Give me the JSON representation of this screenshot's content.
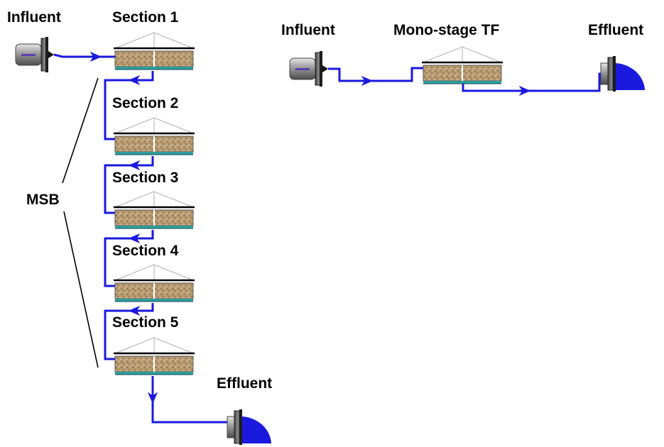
{
  "msb": {
    "influent_label": "Influent",
    "effluent_label": "Effluent",
    "group_label": "MSB",
    "sections": [
      {
        "label": "Section 1"
      },
      {
        "label": "Section 2"
      },
      {
        "label": "Section 3"
      },
      {
        "label": "Section 4"
      },
      {
        "label": "Section 5"
      }
    ]
  },
  "mono": {
    "influent_label": "Influent",
    "filter_label": "Mono-stage TF",
    "effluent_label": "Effluent"
  },
  "colors": {
    "flow": "#1a1adf",
    "media_fill": "#b89a70",
    "underdrain": "#2f9e9e",
    "pipe_metal": "#9a9a9a",
    "effluent_outlet": "#1a1adf"
  },
  "icons": {
    "influent": "pipe-inlet-icon",
    "filter": "trickling-filter-icon",
    "effluent": "pipe-outlet-icon"
  }
}
